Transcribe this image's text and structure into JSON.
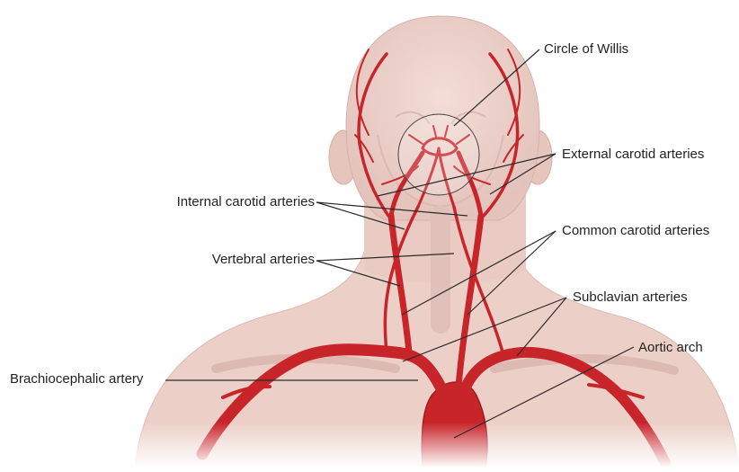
{
  "colors": {
    "skin": "#edd3cc",
    "skin_shadow": "#d9b5ad",
    "artery": "#c8252b",
    "artery_dark": "#9e1a1f",
    "leader_line": "#2a2a2a"
  },
  "labels": {
    "circle_of_willis": "Circle of Willis",
    "external_carotid": "External carotid arteries",
    "internal_carotid": "Internal carotid arteries",
    "common_carotid": "Common carotid arteries",
    "vertebral": "Vertebral arteries",
    "subclavian": "Subclavian arteries",
    "aortic_arch": "Aortic arch",
    "brachiocephalic": "Brachiocephalic artery"
  }
}
